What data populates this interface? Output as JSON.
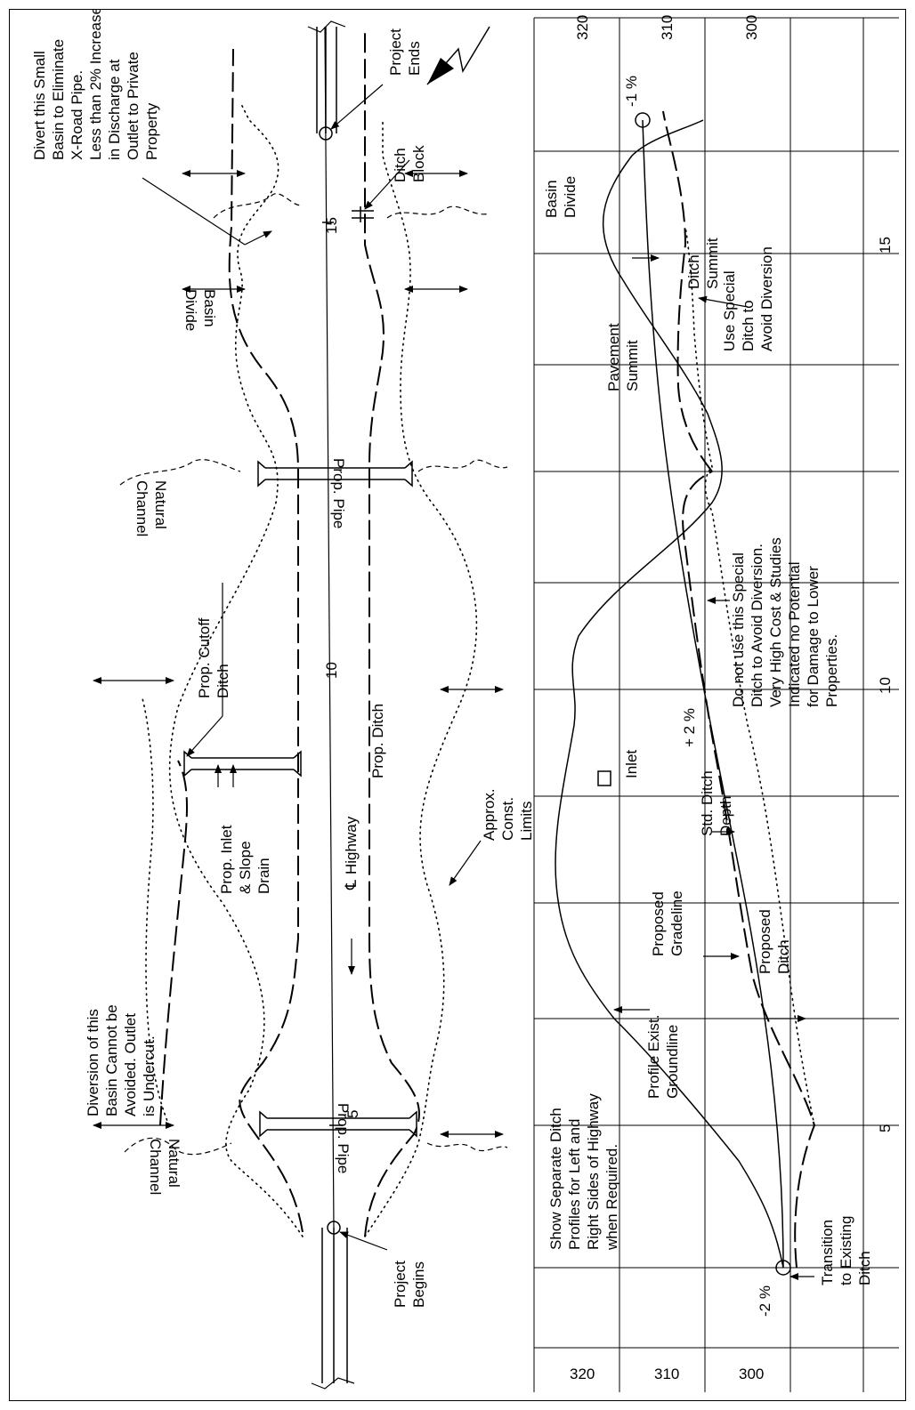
{
  "plan": {
    "project_ends": [
      "Project",
      "Ends"
    ],
    "project_begins": [
      "Project",
      "Begins"
    ],
    "divert_note": [
      "Divert this Small",
      "Basin to Eliminate",
      "X-Road Pipe.",
      "Less than 2% Increase",
      "in Discharge at",
      "Outlet to Private",
      "Property"
    ],
    "ditch_block": [
      "Ditch",
      "Block"
    ],
    "basin_divide": [
      "Basin",
      "Divide"
    ],
    "natural_channel": [
      "Natural",
      "Channel"
    ],
    "prop_pipe": "Prop. Pipe",
    "prop_ditch": "Prop. Ditch",
    "highway": "Highway",
    "centerline_symbol": "℄",
    "diversion_note": [
      "Diversion of this",
      "Basin Cannot be",
      "Avoided.  Outlet",
      "is Undercut."
    ],
    "prop_cutoff_ditch": [
      "Prop. Cutoff",
      "Ditch"
    ],
    "prop_inlet": [
      "Prop. Inlet",
      "& Slope",
      "Drain"
    ],
    "approx_const_limits": [
      "Approx.",
      "Const.",
      "Limits"
    ],
    "stations": [
      "5",
      "10",
      "15"
    ],
    "north_arrow": "north-arrow"
  },
  "profile": {
    "elevations": [
      "320",
      "310",
      "300"
    ],
    "stations": [
      "5",
      "10",
      "15"
    ],
    "show_separate": [
      "Show Separate Ditch",
      "Profiles for Left and",
      "Right Sides of Highway",
      "when Required."
    ],
    "profile_exist": [
      "Profile Exist.",
      "Groundline"
    ],
    "proposed_gradeline": [
      "Proposed",
      "Gradeline"
    ],
    "proposed_ditch": [
      "Proposed",
      "Ditch"
    ],
    "transition": [
      "Transition",
      "to Existing",
      "Ditch"
    ],
    "inlet": "Inlet",
    "std_ditch_depth": [
      "Std. Ditch",
      "Depth"
    ],
    "do_not_use": [
      "Do not use this Special",
      "Ditch to Avoid Diversion.",
      "Very High Cost & Studies",
      "Indicated no Potential",
      "for Damage to Lower",
      "Properties."
    ],
    "pavement_summit": [
      "Pavement",
      "Summit"
    ],
    "use_special": [
      "Use Special",
      "Ditch to",
      "Avoid Diversion"
    ],
    "ditch_summit": [
      "Ditch",
      "Summit"
    ],
    "basin_divide": [
      "Basin",
      "Divide"
    ],
    "grade_minus2": "-2 %",
    "grade_plus2": "+ 2 %",
    "grade_minus1": "-1 %"
  }
}
